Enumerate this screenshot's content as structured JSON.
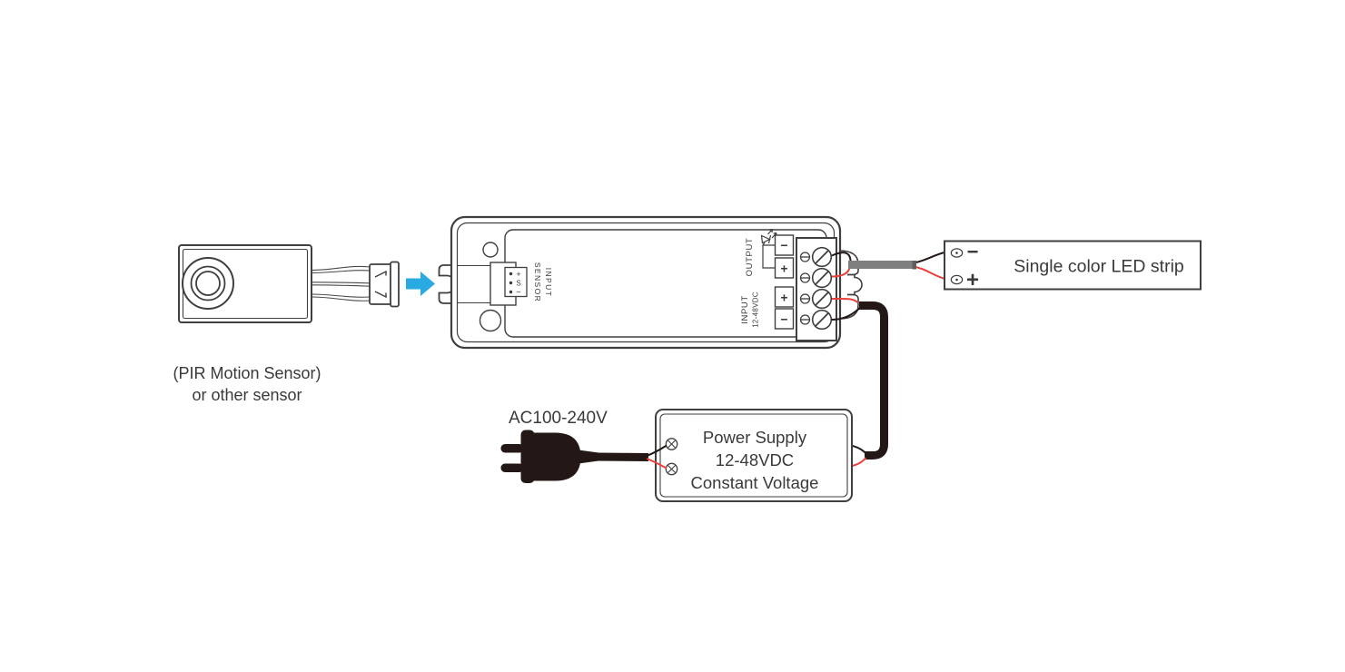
{
  "sensor": {
    "caption_line1": "(PIR Motion Sensor)",
    "caption_line2": "or other sensor"
  },
  "controller": {
    "sensor_port": {
      "label_line1": "SENSOR",
      "label_line2": "INPUT",
      "pins": [
        "+",
        "S",
        "−"
      ]
    },
    "output": {
      "label": "OUTPUT",
      "terminals": [
        "−",
        "+"
      ]
    },
    "input": {
      "label": "INPUT",
      "voltage": "12-48VDC",
      "terminals": [
        "+",
        "−"
      ]
    }
  },
  "led_strip": {
    "label": "Single color LED strip",
    "terminals": [
      "−",
      "+"
    ]
  },
  "power_supply": {
    "line1": "Power Supply",
    "line2": "12-48VDC",
    "line3": "Constant Voltage",
    "ac_label": "AC100-240V"
  },
  "colors": {
    "arrow_blue": "#29ABE2",
    "wire_red": "#E8403A",
    "cable_gray": "#7F7F7F",
    "cable_black": "#231815",
    "outline": "#3F3F3F",
    "text": "#3A3A3A"
  }
}
